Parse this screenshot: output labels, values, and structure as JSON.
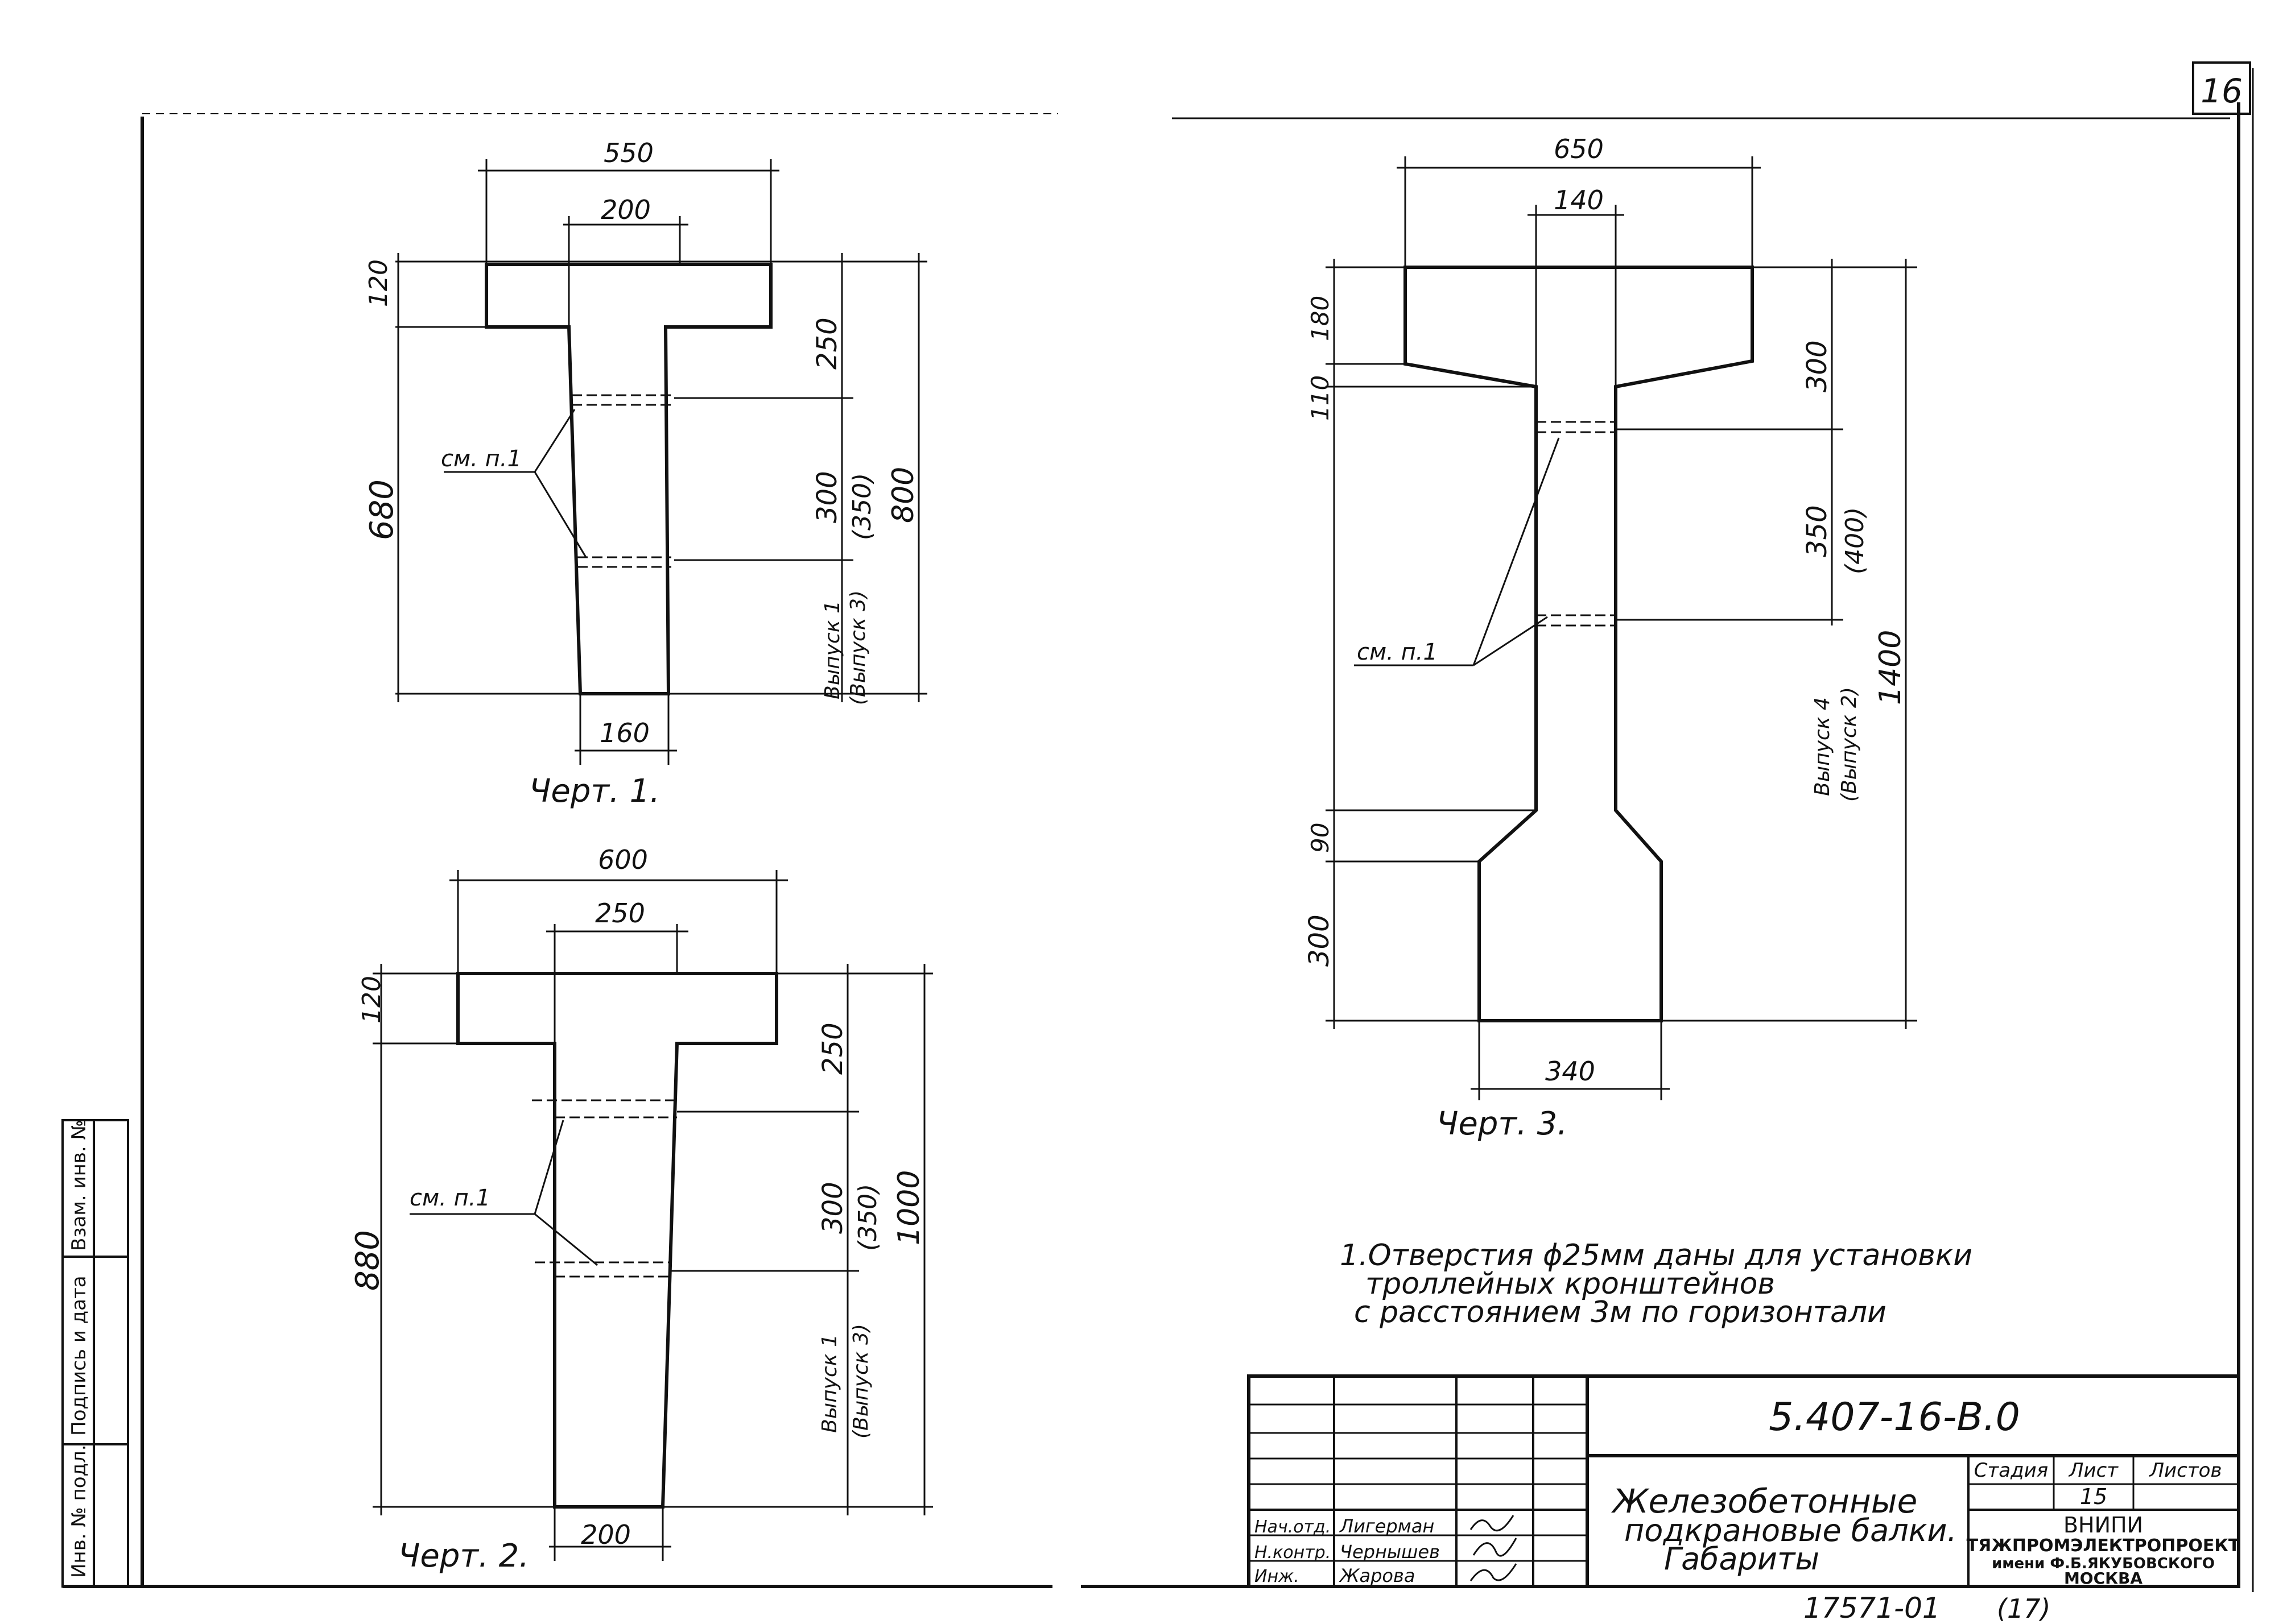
{
  "page_number": "16",
  "bottom_code": "17571-01",
  "bottom_page": "(17)",
  "drawing1": {
    "caption": "Черт. 1.",
    "dim_top": "550",
    "dim_web_top": "200",
    "dim_web_bottom": "160",
    "dim_flange": "120",
    "dim_web": "680",
    "dim_250": "250",
    "dim_300": "300",
    "dim_350": "(350)",
    "dim_total": "800",
    "issue": "Выпуск 1",
    "issue_alt": "(Выпуск 3)",
    "note_ref": "см. п.1"
  },
  "drawing2": {
    "caption": "Черт. 2.",
    "dim_top": "600",
    "dim_web_top": "250",
    "dim_web_bottom": "200",
    "dim_flange": "120",
    "dim_web": "880",
    "dim_250": "250",
    "dim_300": "300",
    "dim_350": "(350)",
    "dim_total": "1000",
    "issue": "Выпуск 1",
    "issue_alt": "(Выпуск 3)",
    "note_ref": "см. п.1"
  },
  "drawing3": {
    "caption": "Черт. 3.",
    "dim_top": "650",
    "dim_web": "140",
    "dim_bottom": "340",
    "dim_180": "180",
    "dim_110": "110",
    "dim_90": "90",
    "dim_300b": "300",
    "dim_300": "300",
    "dim_350": "350",
    "dim_400": "(400)",
    "dim_total": "1400",
    "issue": "Выпуск 4",
    "issue_alt": "(Выпуск 2)",
    "note_ref": "см. п.1"
  },
  "note": {
    "line1": "1.Отверстия ϕ25мм даны для установки",
    "line2": "троллейных кронштейнов",
    "line3": "с расстоянием 3м по горизонтали"
  },
  "side_stamp": {
    "inv_podl": "Инв. № подл.",
    "podpis": "Подпись и дата",
    "vzam": "Взам. инв. №"
  },
  "title_block": {
    "code": "5.407-16-В.0",
    "title1": "Железобетонные",
    "title2": "подкрановые балки.",
    "title3": "Габариты",
    "stage_label": "Стадия",
    "sheet_label": "Лист",
    "sheets_label": "Листов",
    "sheet_value": "15",
    "org1": "ВНИПИ",
    "org2": "ТЯЖПРОМЭЛЕКТРОПРОЕКТ",
    "org3": "имени Ф.Б.ЯКУБОВСКОГО",
    "org4": "МОСКВА",
    "rows": [
      {
        "role": "Нач.отд.",
        "name": "Лигерман"
      },
      {
        "role": "Н.контр.",
        "name": "Чернышев"
      },
      {
        "role": "Инж.",
        "name": "Жарова"
      }
    ]
  }
}
